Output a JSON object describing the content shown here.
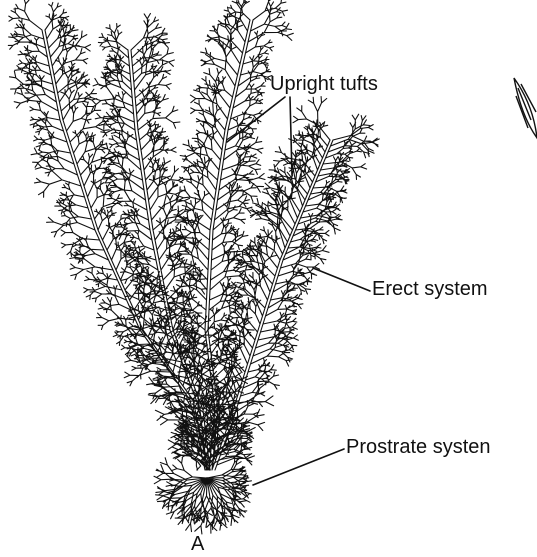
{
  "labels": {
    "upright_tufts": "Upright tufts",
    "erect_system": "Erect system",
    "prostrate_system": "Prostrate systen",
    "figure_letter": "A"
  },
  "colors": {
    "ink": "#111111",
    "background": "#ffffff"
  }
}
